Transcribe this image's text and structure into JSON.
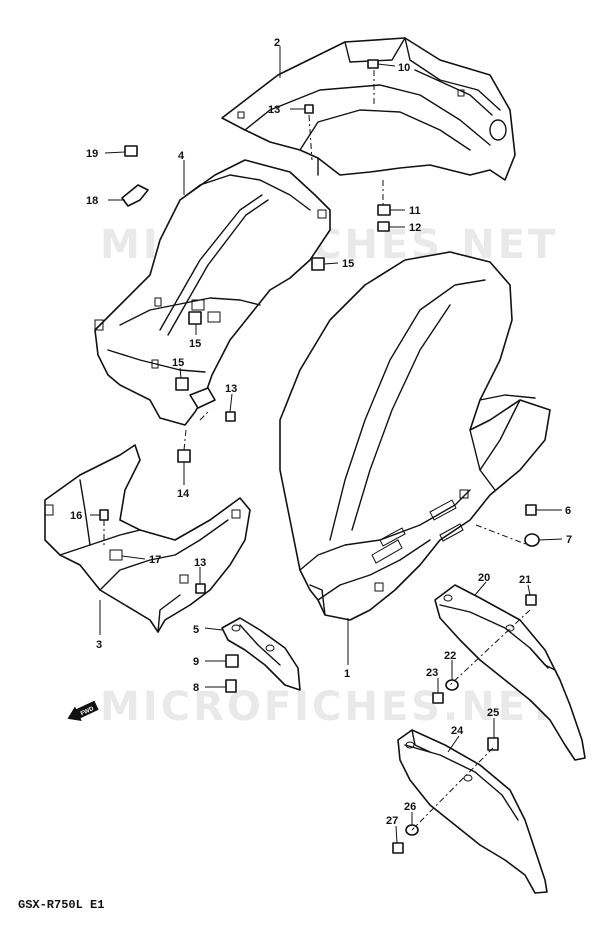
{
  "watermark": "MICROFICHES.NET",
  "caption": "GSX-R750L E1",
  "front_marker": "FWD",
  "callouts": [
    {
      "id": "c2",
      "text": "2"
    },
    {
      "id": "c10",
      "text": "10"
    },
    {
      "id": "c13a",
      "text": "13"
    },
    {
      "id": "c19",
      "text": "19"
    },
    {
      "id": "c4",
      "text": "4"
    },
    {
      "id": "c18",
      "text": "18"
    },
    {
      "id": "c11",
      "text": "11"
    },
    {
      "id": "c12",
      "text": "12"
    },
    {
      "id": "c15a",
      "text": "15"
    },
    {
      "id": "c15b",
      "text": "15"
    },
    {
      "id": "c15c",
      "text": "15"
    },
    {
      "id": "c13b",
      "text": "13"
    },
    {
      "id": "c14",
      "text": "14"
    },
    {
      "id": "c16",
      "text": "16"
    },
    {
      "id": "c17",
      "text": "17"
    },
    {
      "id": "c13c",
      "text": "13"
    },
    {
      "id": "c3",
      "text": "3"
    },
    {
      "id": "c5",
      "text": "5"
    },
    {
      "id": "c9",
      "text": "9"
    },
    {
      "id": "c8",
      "text": "8"
    },
    {
      "id": "c1",
      "text": "1"
    },
    {
      "id": "c6",
      "text": "6"
    },
    {
      "id": "c7",
      "text": "7"
    },
    {
      "id": "c20",
      "text": "20"
    },
    {
      "id": "c21",
      "text": "21"
    },
    {
      "id": "c22",
      "text": "22"
    },
    {
      "id": "c23",
      "text": "23"
    },
    {
      "id": "c25",
      "text": "25"
    },
    {
      "id": "c24",
      "text": "24"
    },
    {
      "id": "c26",
      "text": "26"
    },
    {
      "id": "c27",
      "text": "27"
    }
  ]
}
